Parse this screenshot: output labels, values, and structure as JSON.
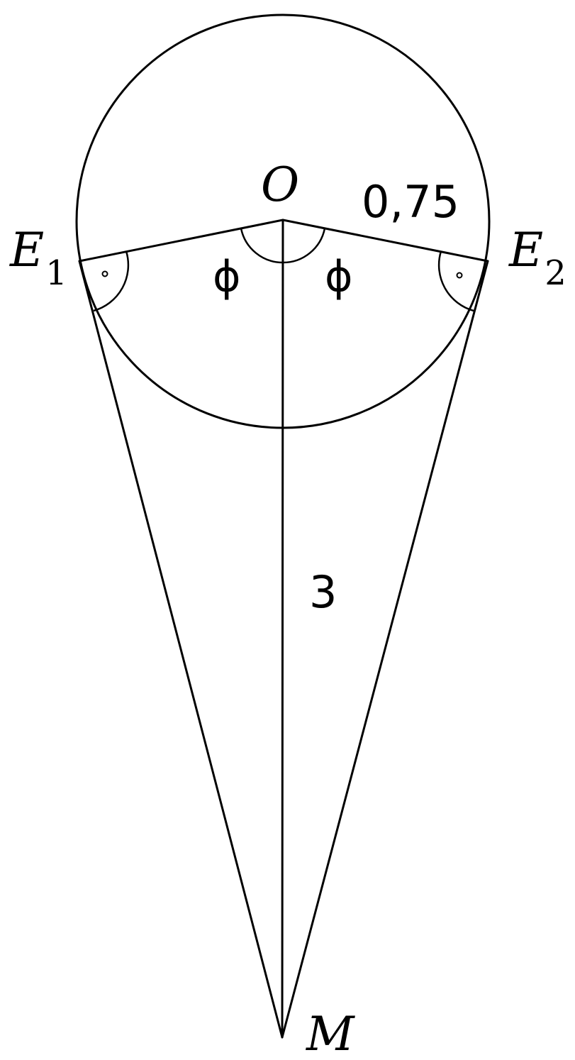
{
  "points": {
    "O": {
      "name": "O"
    },
    "E1": {
      "name": "E",
      "sub": "1"
    },
    "E2": {
      "name": "E",
      "sub": "2"
    },
    "M": {
      "name": "M"
    }
  },
  "measures": {
    "radius": "0,75",
    "center_distance": "3"
  },
  "angles": {
    "left": "ϕ",
    "right": "ϕ"
  }
}
